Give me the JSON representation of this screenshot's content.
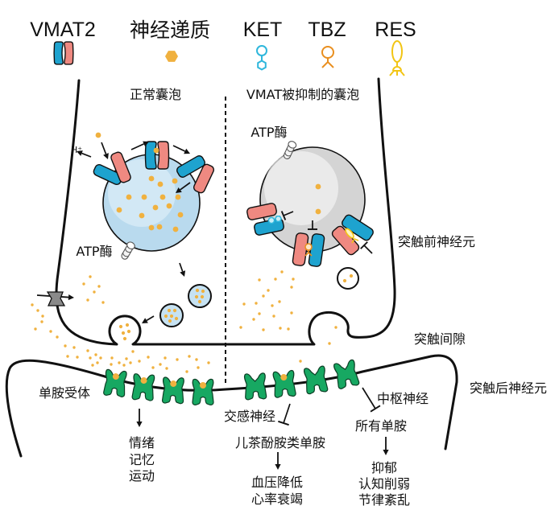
{
  "legend": {
    "vmat2": {
      "label": "VMAT2",
      "icon": "vmat2-transporter-icon"
    },
    "neurotransmitter": {
      "label": "神经递质",
      "icon": "hexagon-icon"
    },
    "ket": {
      "label": "KET",
      "icon": "ket-molecule-icon"
    },
    "tbz": {
      "label": "TBZ",
      "icon": "tbz-molecule-icon"
    },
    "res": {
      "label": "RES",
      "icon": "res-molecule-icon"
    }
  },
  "presynaptic": {
    "normal_vesicle_title": "正常囊泡",
    "inhibited_vesicle_title": "VMAT被抑制的囊泡",
    "atpase_label_normal": "ATP酶",
    "atpase_label_inhibited": "ATP酶",
    "proton_label": "H⁺",
    "neuron_label": "突触前神经元"
  },
  "synaptic_cleft": {
    "label": "突触间隙"
  },
  "postsynaptic": {
    "neuron_label": "突触后神经元",
    "receptor_label": "单胺受体",
    "normal_effects": [
      "情绪",
      "记忆",
      "运动"
    ],
    "sympathetic": {
      "label": "交感神经",
      "target": "儿茶酚胺类单胺",
      "effects": [
        "血压降低",
        "心率衰竭"
      ]
    },
    "central": {
      "label": "中枢神经",
      "target": "所有单胺",
      "effects": [
        "抑郁",
        "认知削弱",
        "节律紊乱"
      ]
    }
  },
  "colors": {
    "vmat_blue": "#1ea3cf",
    "vmat_pink": "#ef8981",
    "neurotransmitter": "#f0b13f",
    "ket": "#2fb7dc",
    "tbz": "#e98f1f",
    "res": "#f2c514",
    "receptor": "#17a862",
    "receptor_outline": "#0c3f25",
    "normal_vesicle": "#b9daee",
    "inhibited_vesicle": "#d4d4d4",
    "outline": "#111111"
  }
}
